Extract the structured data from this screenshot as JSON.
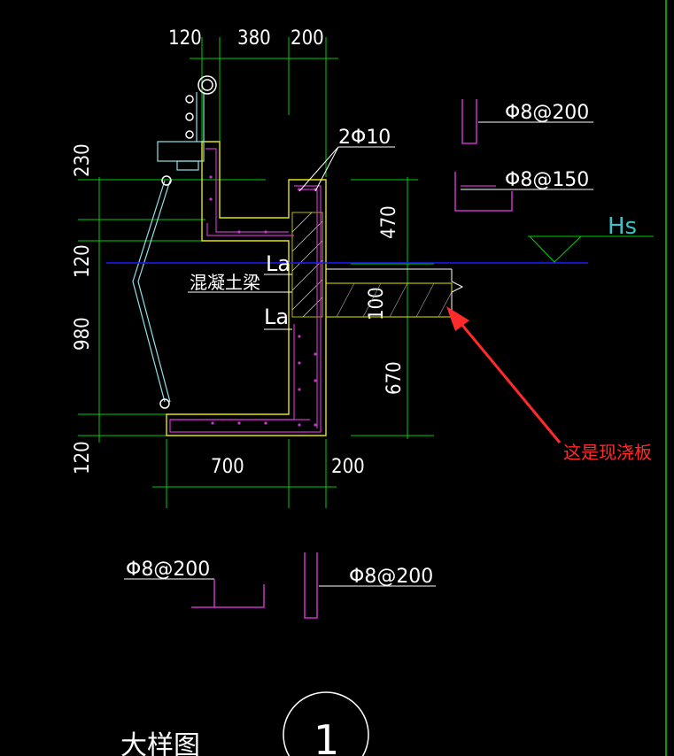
{
  "dimensions": {
    "top_120": "120",
    "top_380": "380",
    "top_200": "200",
    "left_230": "230",
    "left_120": "120",
    "left_980": "980",
    "left_120_bottom": "120",
    "right_470": "470",
    "right_100": "100",
    "right_670": "670",
    "bottom_700": "700",
    "bottom_200": "200"
  },
  "labels": {
    "rebar_2phi10": "2Φ10",
    "rebar_top_right_1": "Φ8@200",
    "rebar_top_right_2": "Φ8@150",
    "water_level": "Hs",
    "la_upper": "La",
    "la_lower": "La",
    "beam": "混凝土梁",
    "rebar_bottom_left": "Φ8@200",
    "rebar_bottom_mid": "Φ8@200",
    "detail_title": "大样图",
    "detail_number": "1"
  },
  "annotation": {
    "text": "这是现浇板",
    "color": "#ff2a2a"
  },
  "colors": {
    "background": "#000000",
    "green_dim": "#00d000",
    "yellow_outline": "#e6e600",
    "magenta_rebar": "#cc33cc",
    "cyan_rail": "#8fe3ea",
    "blue_level": "#1a1aff",
    "red_arrow": "#ff2a2a"
  }
}
